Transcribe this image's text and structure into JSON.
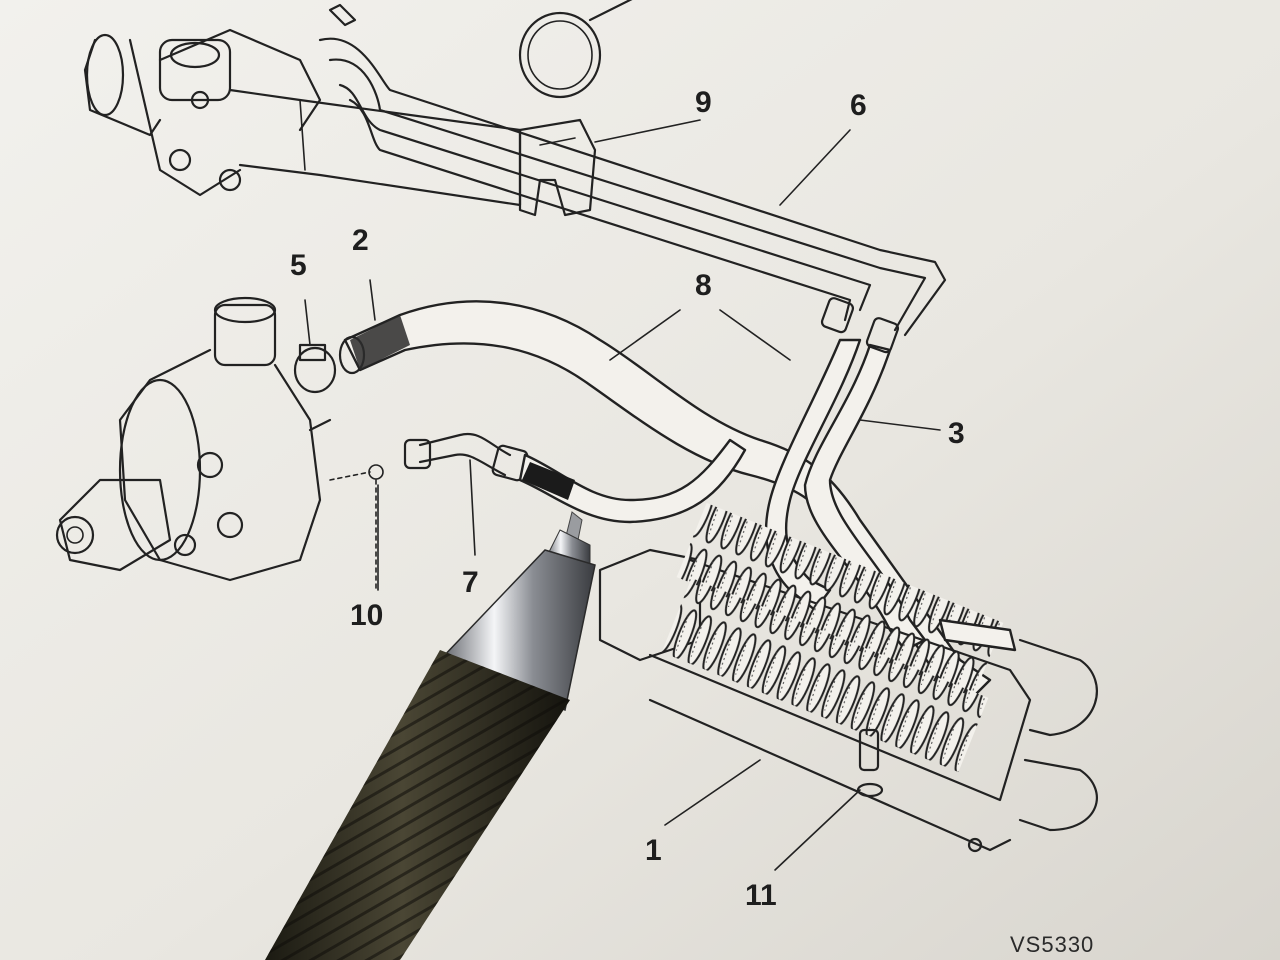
{
  "diagram": {
    "callouts": {
      "c1": "1",
      "c2": "2",
      "c3": "3",
      "c5": "5",
      "c6": "6",
      "c7": "7",
      "c8": "8",
      "c9": "9",
      "c10": "10",
      "c11": "11"
    },
    "reference_code": "VS5330"
  },
  "colors": {
    "paper": "#eeece6",
    "ink": "#222222",
    "pen_grip": "#2c2a1e",
    "pen_chrome": "#c9ccd0"
  }
}
